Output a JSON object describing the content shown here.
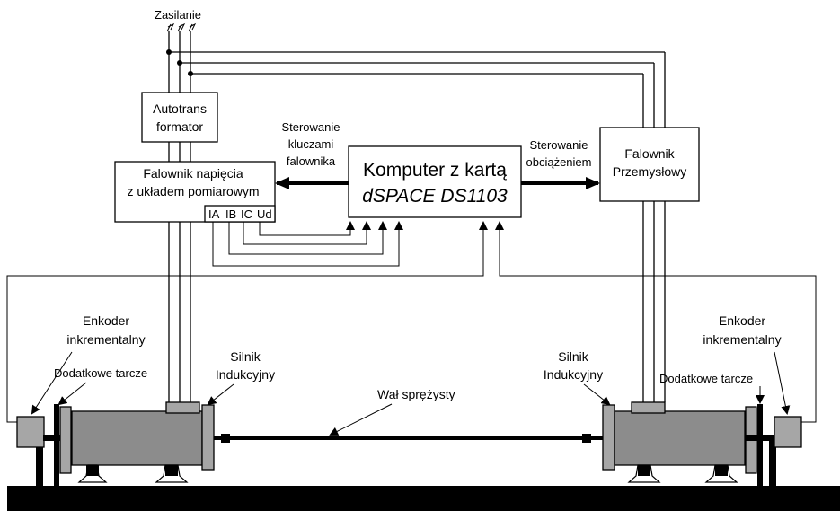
{
  "labels": {
    "supply": "Zasilanie",
    "autotransformer_line1": "Autotrans",
    "autotransformer_line2": "formator",
    "inverter_line1": "Falownik napięcia",
    "inverter_line2": "z układem pomiarowym",
    "meas_ia": "IA",
    "meas_ib": "IB",
    "meas_ic": "IC",
    "meas_ud": "Ud",
    "control_keys_line1": "Sterowanie",
    "control_keys_line2": "kluczami",
    "control_keys_line3": "falownika",
    "computer_line1": "Komputer z kartą",
    "computer_line2": "dSPACE DS1103",
    "control_load_line1": "Sterowanie",
    "control_load_line2": "obciążeniem",
    "industrial_inverter_line1": "Falownik",
    "industrial_inverter_line2": "Przemysłowy",
    "encoder_left_line1": "Enkoder",
    "encoder_left_line2": "inkrementalny",
    "disks_left": "Dodatkowe tarcze",
    "motor_left_line1": "Silnik",
    "motor_left_line2": "Indukcyjny",
    "shaft": "Wał sprężysty",
    "motor_right_line1": "Silnik",
    "motor_right_line2": "Indukcyjny",
    "encoder_right_line1": "Enkoder",
    "encoder_right_line2": "inkrementalny",
    "disks_right": "Dodatkowe tarcze"
  },
  "colors": {
    "motor_body": "#a6a6a6",
    "encoder": "#a6a6a6",
    "ground": "#000000"
  }
}
